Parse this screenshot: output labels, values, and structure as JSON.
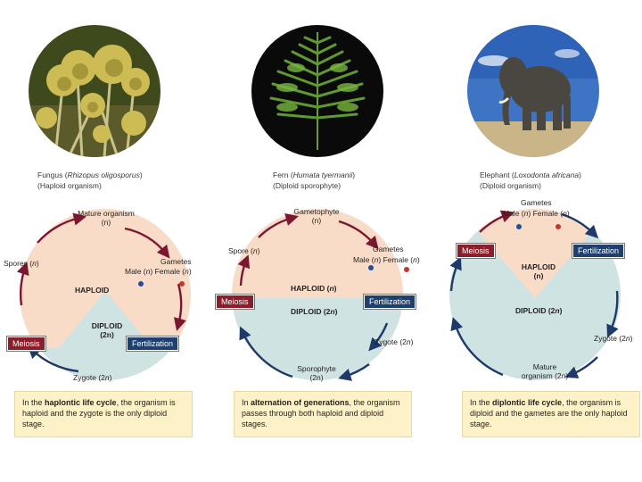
{
  "panels": [
    {
      "photo_icon": "fungus-photo",
      "caption": {
        "name": "Fungus (",
        "latin": "Rhizopus oligosporus",
        "close": ")",
        "sub": "(Haploid organism)"
      },
      "labels": {
        "top": "Mature organism",
        "top_n": "(n)",
        "left": "Spores (",
        "left_n": "n",
        "left_close": ")",
        "gametes": "Gametes",
        "male": "Male (",
        "male_n": "n",
        "male_close": ")",
        "female": "Female (",
        "female_n": "n",
        "female_close": ")",
        "haploid": "HAPLOID",
        "diploid": "DIPLOID",
        "diploid_n": "(2n)",
        "bottom": "Zygote (2",
        "bottom_n": "n",
        "bottom_close": ")"
      },
      "meiosis": "Meiosis",
      "fertilization": "Fertilization",
      "note": {
        "pre": "In the ",
        "bold": "haplontic life cycle",
        "post": ", the organism is haploid and the zygote is the only diploid stage."
      }
    },
    {
      "photo_icon": "fern-photo",
      "caption": {
        "name": "Fern (",
        "latin": "Humata tyermanii",
        "close": ")",
        "sub": "(Diploid sporophyte)"
      },
      "labels": {
        "top": "Gametophyte",
        "top_n": "(n)",
        "left": "Spore (",
        "left_n": "n",
        "left_close": ")",
        "gametes": "Gametes",
        "male": "Male (",
        "male_n": "n",
        "male_close": ")",
        "female": "Female (",
        "female_n": "n",
        "female_close": ")",
        "haploid": "HAPLOID (",
        "haploid_n": "n",
        "haploid_close": ")",
        "diploid": "DIPLOID (2",
        "diploid_n": "n",
        "diploid_close": ")",
        "zygote": "Zygote (2",
        "zygote_n": "n",
        "zygote_close": ")",
        "bottom": "Sporophyte",
        "bottom2": "(2n)"
      },
      "meiosis": "Meiosis",
      "fertilization": "Fertilization",
      "note": {
        "pre": "In ",
        "bold": "alternation of generations",
        "post": ", the organism passes through both haploid and diploid stages."
      }
    },
    {
      "photo_icon": "elephant-photo",
      "caption": {
        "name": "Elephant (",
        "latin": "Loxodonta africana",
        "close": ")",
        "sub": "(Diploid organism)"
      },
      "labels": {
        "gametes": "Gametes",
        "male": "Male (",
        "male_n": "n",
        "male_close": ")",
        "female": "Female (",
        "female_n": "n",
        "female_close": ")",
        "haploid": "HAPLOID",
        "haploid_n": "(n)",
        "diploid": "DIPLOID (2",
        "diploid_n": "n",
        "diploid_close": ")",
        "zygote": "Zygote (2",
        "zygote_n": "n",
        "zygote_close": ")",
        "bottom": "Mature",
        "bottom2": "organism (2",
        "bottom2_n": "n",
        "bottom2_close": ")"
      },
      "meiosis": "Meiosis",
      "fertilization": "Fertilization",
      "note": {
        "pre": "In the ",
        "bold": "diplontic life cycle",
        "post": ", the organism is diploid and the gametes are the only haploid stage."
      }
    }
  ],
  "colors": {
    "haploid_fill": "#f9dcc8",
    "diploid_fill": "#cfe3e2",
    "arrow_red": "#7d1730",
    "arrow_blue": "#1d3a6b",
    "male_dot": "#1f4ea0",
    "female_dot": "#c0392b"
  }
}
